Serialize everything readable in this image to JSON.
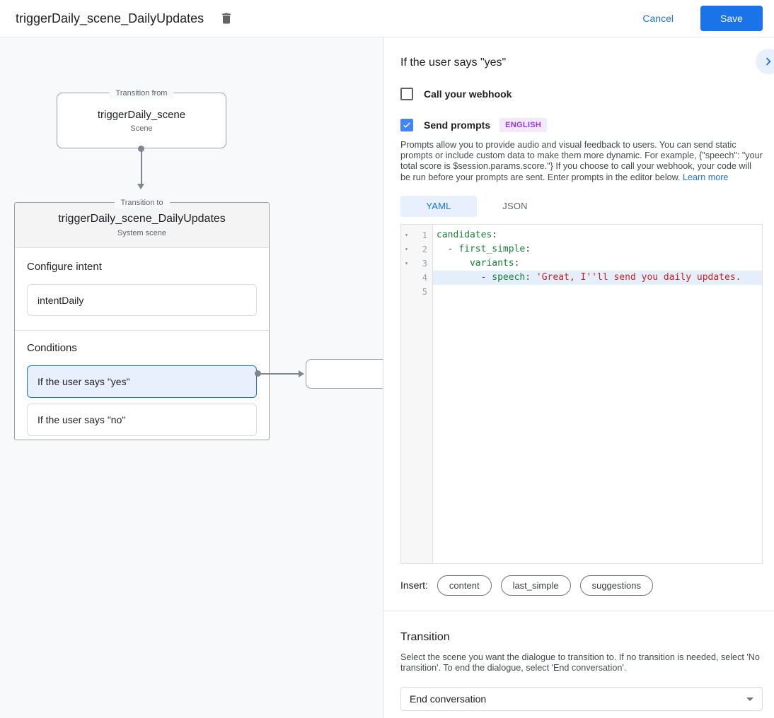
{
  "header": {
    "title": "triggerDaily_scene_DailyUpdates",
    "cancel_label": "Cancel",
    "save_label": "Save"
  },
  "canvas": {
    "transition_from": {
      "legend": "Transition from",
      "title": "triggerDaily_scene",
      "subtitle": "Scene"
    },
    "transition_to": {
      "legend": "Transition to",
      "title": "triggerDaily_scene_DailyUpdates",
      "subtitle": "System scene"
    },
    "configure_intent": {
      "heading": "Configure intent",
      "value": "intentDaily"
    },
    "conditions": {
      "heading": "Conditions",
      "items": [
        {
          "label": "If the user says \"yes\"",
          "selected": true
        },
        {
          "label": "If the user says \"no\"",
          "selected": false
        }
      ]
    }
  },
  "panel": {
    "title": "If the user says \"yes\"",
    "webhook_checkbox": {
      "label": "Call your webhook",
      "checked": false
    },
    "prompts_checkbox": {
      "label": "Send prompts",
      "checked": true,
      "badge": "ENGLISH"
    },
    "description": "Prompts allow you to provide audio and visual feedback to users. You can send static prompts or include custom data to make them more dynamic. For example, {\"speech\": \"your total score is $session.params.score.\"} If you choose to call your webhook, your code will be run before your prompts are sent. Enter prompts in the editor below. ",
    "learn_more": "Learn more",
    "tabs": [
      {
        "label": "YAML",
        "active": true
      },
      {
        "label": "JSON",
        "active": false
      }
    ],
    "editor": {
      "lines": [
        {
          "number": "1",
          "fold": true,
          "segments": [
            {
              "type": "key",
              "text": "candidates"
            },
            {
              "type": "punct",
              "text": ":"
            }
          ]
        },
        {
          "number": "2",
          "fold": true,
          "segments": [
            {
              "type": "punct",
              "text": "  - "
            },
            {
              "type": "key",
              "text": "first_simple"
            },
            {
              "type": "punct",
              "text": ":"
            }
          ]
        },
        {
          "number": "3",
          "fold": true,
          "segments": [
            {
              "type": "punct",
              "text": "      "
            },
            {
              "type": "key",
              "text": "variants"
            },
            {
              "type": "punct",
              "text": ":"
            }
          ]
        },
        {
          "number": "4",
          "fold": false,
          "highlighted": true,
          "segments": [
            {
              "type": "punct",
              "text": "        - "
            },
            {
              "type": "key",
              "text": "speech"
            },
            {
              "type": "punct",
              "text": ": "
            },
            {
              "type": "string",
              "text": "'Great, I''ll send you daily updates."
            }
          ]
        },
        {
          "number": "5",
          "fold": false,
          "segments": []
        }
      ]
    },
    "insert": {
      "label": "Insert:",
      "chips": [
        "content",
        "last_simple",
        "suggestions"
      ]
    },
    "transition": {
      "heading": "Transition",
      "description": "Select the scene you want the dialogue to transition to. If no transition is needed, select 'No transition'. To end the dialogue, select 'End conversation'.",
      "value": "End conversation"
    }
  }
}
